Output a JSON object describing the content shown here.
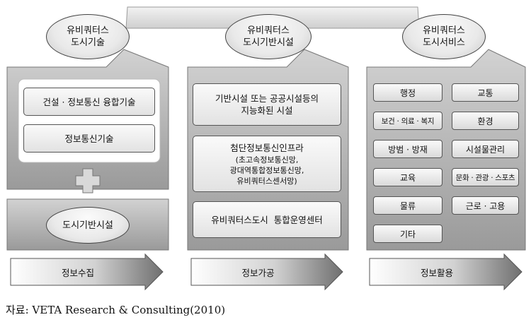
{
  "columns": [
    {
      "oval": [
        "유비쿼터스",
        "도시기술"
      ],
      "boxes": [
        "건설 · 정보통신 융합기술",
        "정보통신기술"
      ],
      "bottom_oval": "도시기반시설",
      "arrow": "정보수집"
    },
    {
      "oval": [
        "유비쿼터스",
        "도시기반시설"
      ],
      "box1": [
        "기반시설 또는 공공시설등의",
        "지능화된 시설"
      ],
      "box2": {
        "title": "첨단정보통신인프라",
        "lines": [
          "(초고속정보통신망,",
          "광대역통합정보통신망,",
          "유비쿼터스센서망)"
        ]
      },
      "box3": "유비쿼터스도시  통합운영센터",
      "arrow": "정보가공"
    },
    {
      "oval": [
        "유비쿼터스",
        "도시서비스"
      ],
      "services": [
        "행정",
        "교통",
        "보건 · 의료 · 복지",
        "환경",
        "방범 · 방재",
        "시설물관리",
        "교육",
        "문화 · 관광 · 스포츠",
        "물류",
        "근로 · 고용",
        "기타"
      ],
      "arrow": "정보활용"
    }
  ],
  "source": "자료: VETA Research & Consulting(2010)"
}
